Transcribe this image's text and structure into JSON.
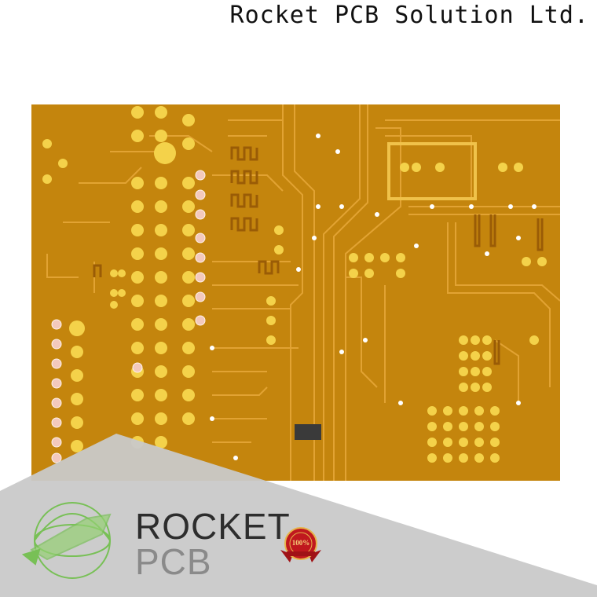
{
  "header": {
    "company": "Rocket PCB Solution Ltd."
  },
  "photo": {
    "subject": "pcb-board",
    "board_color": "#c88a0e",
    "pad_color": "#f4d24a",
    "via_color": "#f3c9bd"
  },
  "logo": {
    "brand_top": "ROCKET",
    "brand_bottom": "PCB",
    "seal_text": "100%"
  },
  "colors": {
    "banner": "#c9c9c9",
    "seal_red": "#c0181e",
    "brand_green": "#6fbf4a"
  }
}
